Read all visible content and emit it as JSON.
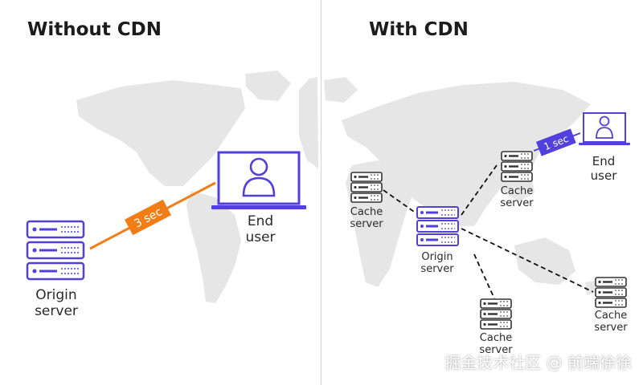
{
  "left_panel": {
    "title": "Without CDN",
    "origin": {
      "line1": "Origin",
      "line2": "server"
    },
    "end_user": {
      "line1": "End",
      "line2": "user"
    },
    "latency": "3 sec"
  },
  "right_panel": {
    "title": "With CDN",
    "origin": {
      "line1": "Origin",
      "line2": "server"
    },
    "cache_west": {
      "line1": "Cache",
      "line2": "server"
    },
    "cache_northeast": {
      "line1": "Cache",
      "line2": "server"
    },
    "cache_south": {
      "line1": "Cache",
      "line2": "server"
    },
    "cache_east": {
      "line1": "Cache",
      "line2": "server"
    },
    "end_user": {
      "line1": "End",
      "line2": "user"
    },
    "latency": "1 sec"
  },
  "colors": {
    "server": "#5140dd",
    "left_link": "#f07d16",
    "right_badge": "#5140dd",
    "map": "#e6e6e6",
    "divider": "#d2d2d2",
    "dashed_line": "#111111",
    "small_server": "#333333"
  },
  "watermark": "掘金技术社区 @ 前端徐徐"
}
